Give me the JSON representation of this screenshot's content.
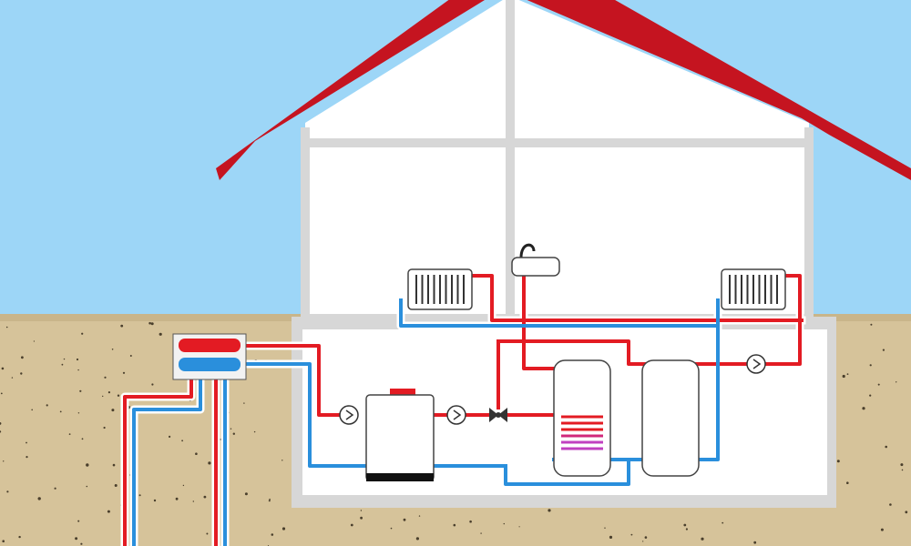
{
  "colors": {
    "sky": "#9dd6f7",
    "ground": "#d6c39a",
    "ground_speck": "#4a3f2c",
    "roof": "#c51420",
    "wall": "#ffffff",
    "wall_frame": "#d7d7d7",
    "hot_pipe": "#e31b23",
    "cold_pipe": "#2a8fdc",
    "pipe_outline": "#ffffff",
    "equipment_outline": "#333333",
    "coil_purple": "#c040c0"
  },
  "components": {
    "roof": "roof",
    "house_upper_floors": "house",
    "basement": "basement",
    "radiator_left": "radiator",
    "radiator_right": "radiator",
    "sink": "sink-faucet",
    "boiler": "boiler",
    "hot_water_tank": "storage-cylinder-with-coil",
    "buffer_tank": "buffer-tank",
    "pump_boiler_inlet": "circulation-pump",
    "pump_boiler_outlet": "circulation-pump",
    "pump_radiator_loop": "circulation-pump",
    "three_way_valve": "valve",
    "ground_manifold": "manifold",
    "ground_loops": "geothermal-probes"
  }
}
